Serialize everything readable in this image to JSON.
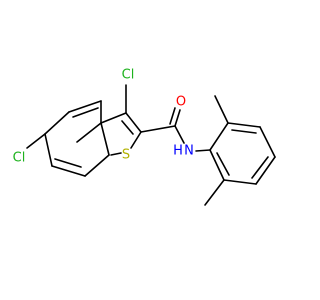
{
  "molecule": {
    "atoms": [
      {
        "id": "cl3",
        "label": "Cl",
        "color": "#1db21d"
      },
      {
        "id": "cl6",
        "label": "Cl",
        "color": "#1db21d"
      },
      {
        "id": "s1",
        "label": "S",
        "color": "#b2b200"
      },
      {
        "id": "o1",
        "label": "O",
        "color": "#ff0000"
      },
      {
        "id": "n1",
        "label": "N",
        "color": "#0000ff"
      },
      {
        "id": "h1",
        "label": "H",
        "color": "#0000ff"
      }
    ]
  }
}
